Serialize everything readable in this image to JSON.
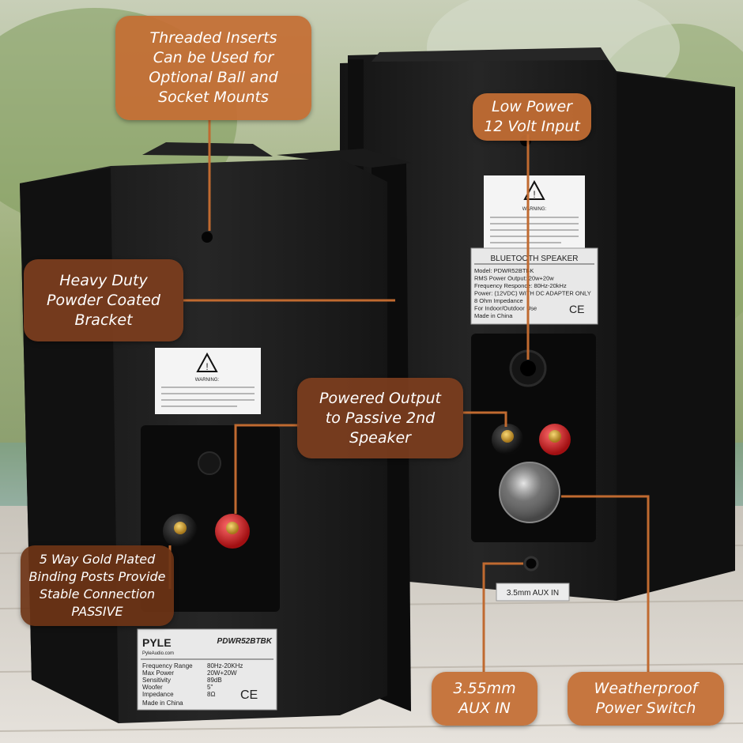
{
  "callouts": {
    "threaded": [
      "Threaded Inserts",
      "Can be Used for",
      "Optional Ball and",
      "Socket Mounts"
    ],
    "low_power": [
      "Low Power",
      "12 Volt Input"
    ],
    "bracket": [
      "Heavy Duty",
      "Powder Coated",
      "Bracket"
    ],
    "powered_output": [
      "Powered Output",
      "to Passive 2nd",
      "Speaker"
    ],
    "binding_posts": [
      "5 Way Gold Plated",
      "Binding Posts Provide",
      "Stable Connection",
      "PASSIVE"
    ],
    "aux": [
      "3.55mm",
      "AUX IN"
    ],
    "weatherproof": [
      "Weatherproof",
      "Power Switch"
    ]
  },
  "right_speaker_label": {
    "title": "BLUETOOTH SPEAKER",
    "lines": [
      "Model: PDWR52BTBK",
      "RMS Power Output: 20w+20w",
      "Frequency Responce: 80Hz-20kHz",
      "Power: (12VDC) WITH DC ADAPTER ONLY",
      "8 Ohm Impedance",
      "For Indoor/Outdoor Use",
      "Made in China"
    ],
    "ce": "CE"
  },
  "warning_label": {
    "title": "WARNING:"
  },
  "aux_port_label": "3.5mm AUX IN",
  "left_speaker_label": {
    "brand": "PYLE",
    "brand_sub": "PyleAudio.com",
    "model": "PDWR52BTBK",
    "specs": [
      [
        "Frequency Range",
        "80Hz-20KHz"
      ],
      [
        "Max Power",
        "20W+20W"
      ],
      [
        "Sensitivity",
        "89dB"
      ],
      [
        "Woofer",
        "5\""
      ],
      [
        "Impedance",
        "8Ω"
      ]
    ],
    "made_in": "Made in China",
    "ce": "CE"
  },
  "colors": {
    "callout_orange": "#c46e34",
    "callout_brown": "#7d3e1e",
    "leader_line": "#c06a30",
    "speaker_body": "#1c1c1c",
    "deck": "#d8d2c8"
  }
}
